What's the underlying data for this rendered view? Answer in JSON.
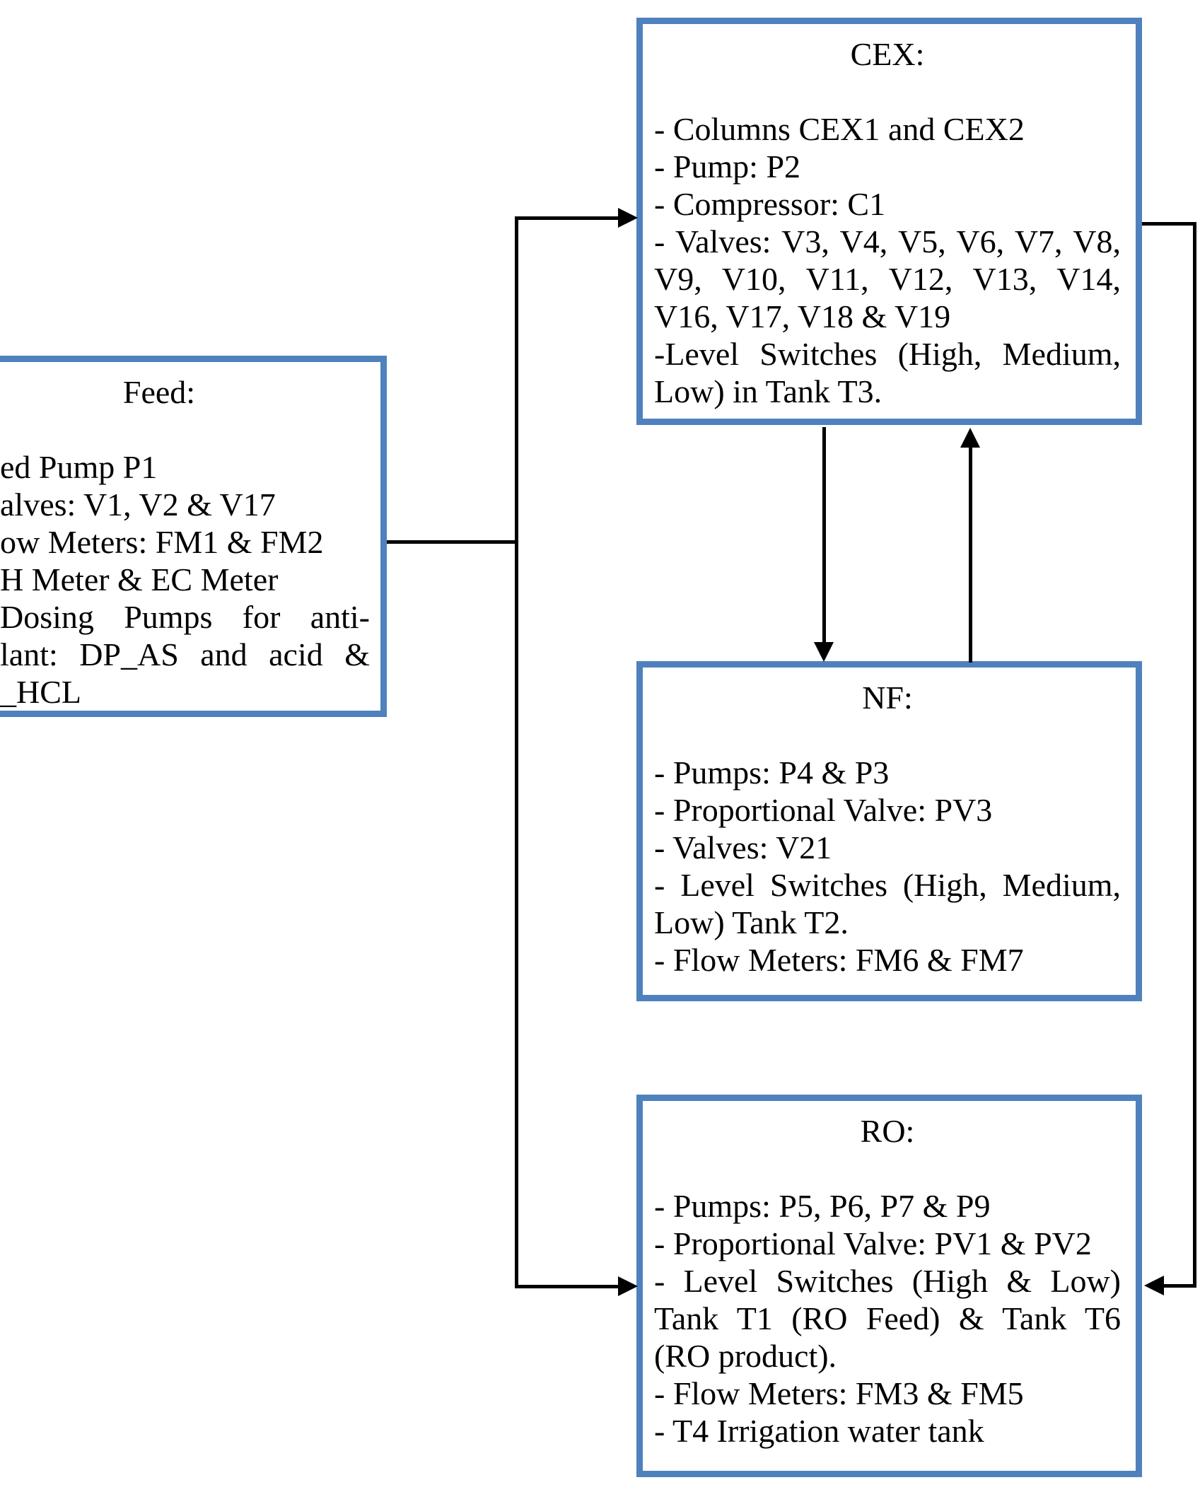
{
  "colors": {
    "box_border": "#4f81bd",
    "connector": "#000000",
    "text": "#000000",
    "background": "#ffffff"
  },
  "boxes": {
    "feed": {
      "title": "Feed:",
      "lines": [
        "ed Pump P1",
        "alves: V1, V2 & V17",
        "ow Meters: FM1 & FM2",
        "H Meter & EC Meter",
        "Dosing Pumps for anti-",
        "lant: DP_AS and acid &",
        "_HCL"
      ]
    },
    "cex": {
      "title": "CEX:",
      "lines": [
        "- Columns CEX1 and CEX2",
        "- Pump: P2",
        "- Compressor: C1",
        "- Valves: V3, V4, V5, V6, V7, V8,",
        "V9, V10, V11, V12, V13, V14,",
        "V16, V17, V18 & V19",
        "-Level Switches (High, Medium,",
        "Low) in Tank T3."
      ]
    },
    "nf": {
      "title": "NF:",
      "lines": [
        "- Pumps: P4 & P3",
        "- Proportional Valve: PV3",
        "- Valves: V21",
        "- Level Switches (High, Medium,",
        "Low) Tank T2.",
        "- Flow Meters: FM6 & FM7"
      ]
    },
    "ro": {
      "title": "RO:",
      "lines": [
        "- Pumps: P5, P6, P7 & P9",
        "- Proportional Valve: PV1 & PV2",
        "- Level Switches (High & Low)",
        "Tank T1 (RO Feed) & Tank T6",
        "(RO product).",
        "- Flow Meters: FM3 & FM5",
        "- T4 Irrigation water tank"
      ]
    }
  },
  "connections": [
    {
      "from": "Feed",
      "to": "CEX",
      "type": "arrow"
    },
    {
      "from": "Feed",
      "to": "RO",
      "type": "arrow"
    },
    {
      "from": "CEX",
      "to": "NF",
      "type": "arrow"
    },
    {
      "from": "NF",
      "to": "CEX",
      "type": "arrow"
    },
    {
      "from": "CEX",
      "to": "RO",
      "type": "arrow"
    }
  ]
}
